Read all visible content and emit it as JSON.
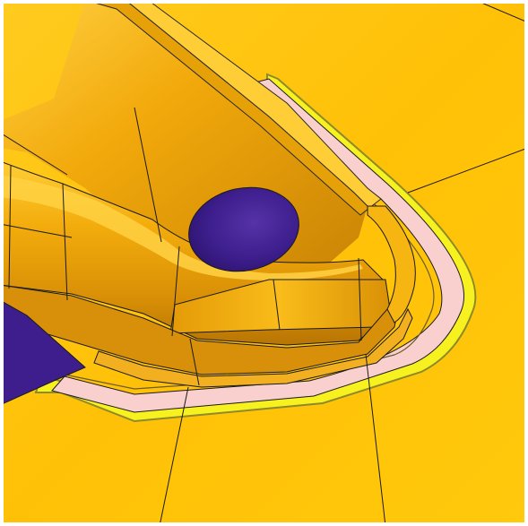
{
  "viewport": {
    "name": "3d-cad-viewport",
    "colors": {
      "background_surface": "#FFC107",
      "surface_light": "#FFCE2E",
      "tube_dark": "#D08A05",
      "tube_mid": "#F1A80A",
      "tube_highlight": "#FFD040",
      "flange_pink": "#FAD0CF",
      "flange_yellow": "#F7F21F",
      "rim_olive": "#8E8A2C",
      "hole_purple": "#3D1E8C",
      "edge_line": "#1A1A1A",
      "border_white": "#FFFFFF"
    },
    "objects": [
      "flat-surface",
      "tube-channel",
      "flange-strip",
      "circular-hole",
      "purple-block"
    ]
  }
}
